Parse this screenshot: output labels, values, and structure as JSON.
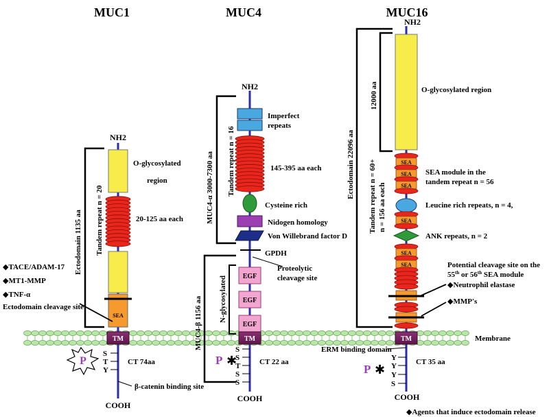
{
  "colors": {
    "axis": "#2a2ea8",
    "yellow": "#f7ec4a",
    "red": "#e8261c",
    "orange": "#f79a2e",
    "purple": "#9b3fb3",
    "tm": "#7a2260",
    "pink": "#f2a5cf",
    "blue": "#4aa8e0",
    "green": "#2e9a3a",
    "membrane": "#b8e6a8",
    "star": "#e0e0e0"
  },
  "titles": {
    "muc1": "MUC1",
    "muc4": "MUC4",
    "muc16": "MUC16"
  },
  "muc1": {
    "nh2": "NH2",
    "oglyco_1": "O-glycosylated",
    "oglyco_2": "region",
    "repeat_each": "20-125 aa each",
    "tandem": "Tandem repeat  n = 20",
    "ectodomain": "Ectodomain  1135  aa",
    "agents": [
      "TACE/ADAM-17",
      "MT1-MMP",
      "TNF-α"
    ],
    "cleavage": "Ectodomain cleavage site",
    "sea": "SEA",
    "tm": "TM",
    "ct": "CT  74aa",
    "ct_residues": [
      "S",
      "T",
      "Y"
    ],
    "phospho": "P",
    "catenin": "β-catenin binding site",
    "cooh": "COOH"
  },
  "muc4": {
    "nh2": "NH2",
    "imperfect_1": "Imperfect",
    "imperfect_2": "repeats",
    "repeat_each": "145-395 aa each",
    "tandem": "Tandem repeat  n = 16",
    "alpha": "MUC4-α  3000-7300  aa",
    "cysteine": "Cysteine rich",
    "nidogen": "Nidogen homology",
    "vwf": "Von Willebrand factor D",
    "gpdh": "GPDH",
    "proteolytic_1": "Proteolytic",
    "proteolytic_2": "cleavage site",
    "egf": [
      "EGF",
      "EGF",
      "EGF"
    ],
    "nglyco": "N-glycosylated",
    "beta": "MUC4-β  1156 aa",
    "tm": "TM",
    "ct": "CT  22 aa",
    "ct_residues": [
      "S",
      "S",
      "T",
      "S",
      "S"
    ],
    "phospho": "P",
    "star": "✱",
    "cooh": "COOH"
  },
  "muc16": {
    "nh2": "NH2",
    "aa12000": "12000 aa",
    "oglyco": "O-glycosylated region",
    "sea": "SEA",
    "sea_module_1": "SEA module in the",
    "sea_module_2": "tandem repeat n = 56",
    "leucine": "Leucine rich repeats, n = 4,",
    "ank": "ANK repeats, n = 2",
    "tandem_1": "Tandem repeat  n = 60+",
    "tandem_2": "n = 156 aa each",
    "ectodomain": "Ectodomain  22096 aa",
    "cleavage_1": "Potential cleavage site on the",
    "cleavage_2_pre": "55",
    "cleavage_2_sup1": "th",
    "cleavage_2_mid": " or 56",
    "cleavage_2_sup2": "th",
    "cleavage_2_post": " SEA module",
    "agents": [
      "Neutrophil elastase",
      "MMP's"
    ],
    "membrane": "Membrane",
    "erm": "ERM binding domain",
    "tm": "TM",
    "ct": "CT  35 aa",
    "ct_residues": [
      "Y",
      "Y",
      "Y",
      "S"
    ],
    "phospho": "P",
    "star": "✱",
    "cooh": "COOH"
  },
  "footer": {
    "agents_note": "Agents that induce ectodomain release"
  }
}
